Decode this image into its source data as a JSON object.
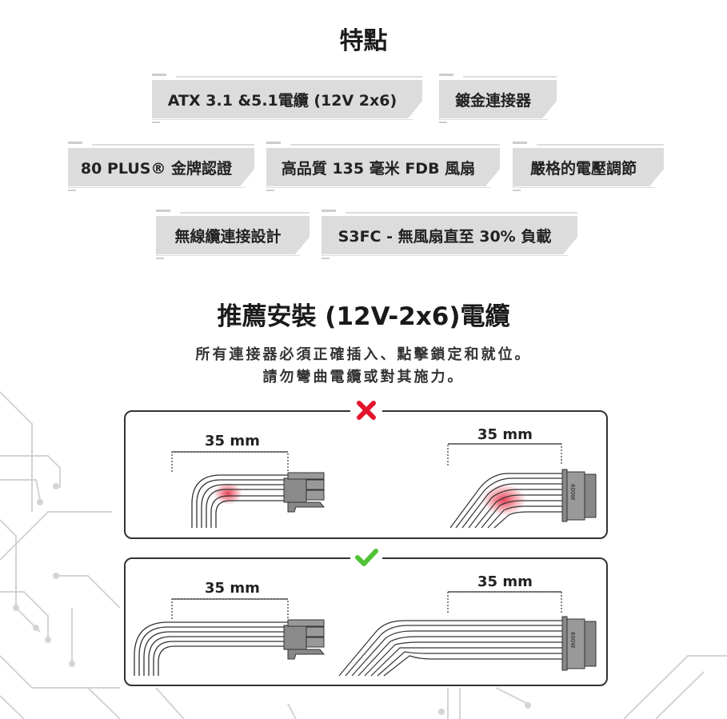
{
  "features": {
    "title": "特點",
    "badges": [
      "ATX 3.1 &5.1電纜 (12V 2x6)",
      "鍍金連接器",
      "80 PLUS® 金牌認證",
      "高品質 135 毫米 FDB 風扇",
      "嚴格的電壓調節",
      "無線纜連接設計",
      "S3FC - 無風扇直至 30% 負載"
    ]
  },
  "install": {
    "title": "推薦安裝 (12V-2x6)電纜",
    "line1": "所有連接器必須正確插入、點擊鎖定和就位。",
    "line2": "請勿彎曲電纜或對其施力。",
    "wrong": {
      "icon": "cross-icon",
      "color": "#e3142c",
      "left_label": "35 mm",
      "right_label": "35 mm"
    },
    "correct": {
      "icon": "check-icon",
      "color": "#52c234",
      "left_label": "35 mm",
      "right_label": "35 mm"
    },
    "connector_label": "600W"
  }
}
